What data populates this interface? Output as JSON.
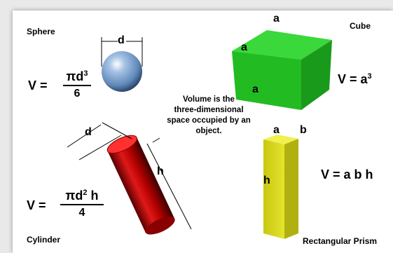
{
  "colors": {
    "background": "#e9e9e9",
    "card": "#ffffff",
    "sphere": "#5f88b8",
    "cube_front": "#2fc92f",
    "cylinder": "#cc1010",
    "prism": "#d8d81a"
  },
  "description": {
    "line1": "Volume is the",
    "line2": "three-dimensional",
    "line3": "space occupied by an",
    "line4": "object."
  },
  "sphere": {
    "name": "Sphere",
    "dim_label": "d",
    "formula_lhs": "V =",
    "numerator": "πd",
    "numerator_exp": "3",
    "denominator": "6"
  },
  "cube": {
    "name": "Cube",
    "edge_label_top": "a",
    "edge_label_left": "a",
    "edge_label_bottom": "a",
    "formula": "V = a",
    "formula_exp": "3"
  },
  "cylinder": {
    "name": "Cylinder",
    "dim_label_d": "d",
    "dim_label_h": "h",
    "formula_lhs": "V =",
    "numerator": "πd",
    "numerator_exp": "2",
    "numerator_tail": " h",
    "denominator": "4"
  },
  "prism": {
    "name": "Rectangular Prism",
    "label_a": "a",
    "label_b": "b",
    "label_h": "h",
    "formula": "V = a b h"
  }
}
